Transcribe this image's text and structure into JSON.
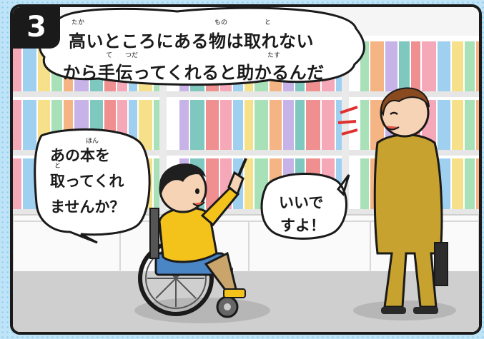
{
  "panel": {
    "number": "3",
    "narration": {
      "line1": "高いところにある物は取れない",
      "line2": "から手伝ってくれると助かるんだ",
      "ruby": [
        "たか",
        "もの",
        "と",
        "て",
        "つだ",
        "たす"
      ]
    },
    "child_bubble": {
      "line1": "あの本を",
      "line2": "取ってくれ",
      "line3": "ませんか？",
      "ruby": [
        "ほん",
        "と"
      ]
    },
    "adult_bubble": {
      "line1": "いいで",
      "line2": "すよ！"
    }
  },
  "colors": {
    "frame": "#1a1a1a",
    "background_dots": "#8fcdef",
    "child_jacket": "#f3c31b",
    "wheelchair_seat": "#4a86c6",
    "man_suit": "#c8a22e",
    "floor": "#cfcfcf"
  }
}
